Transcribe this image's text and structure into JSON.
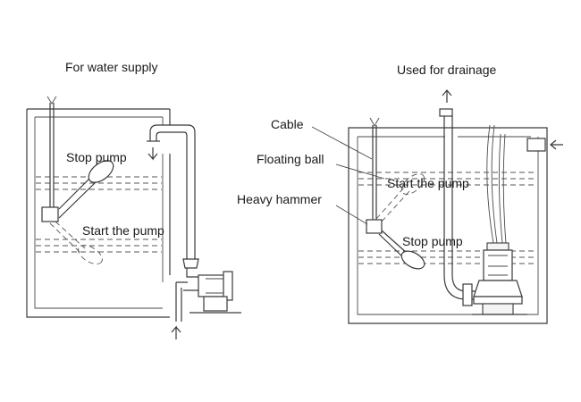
{
  "left_panel": {
    "title": "For water supply",
    "labels": {
      "stop_pump": "Stop pump",
      "start_pump": "Start the pump"
    }
  },
  "right_panel": {
    "title": "Used for drainage",
    "labels": {
      "cable": "Cable",
      "floating_ball": "Floating ball",
      "heavy_hammer": "Heavy hammer",
      "start_pump": "Start the pump",
      "stop_pump": "Stop pump"
    }
  }
}
